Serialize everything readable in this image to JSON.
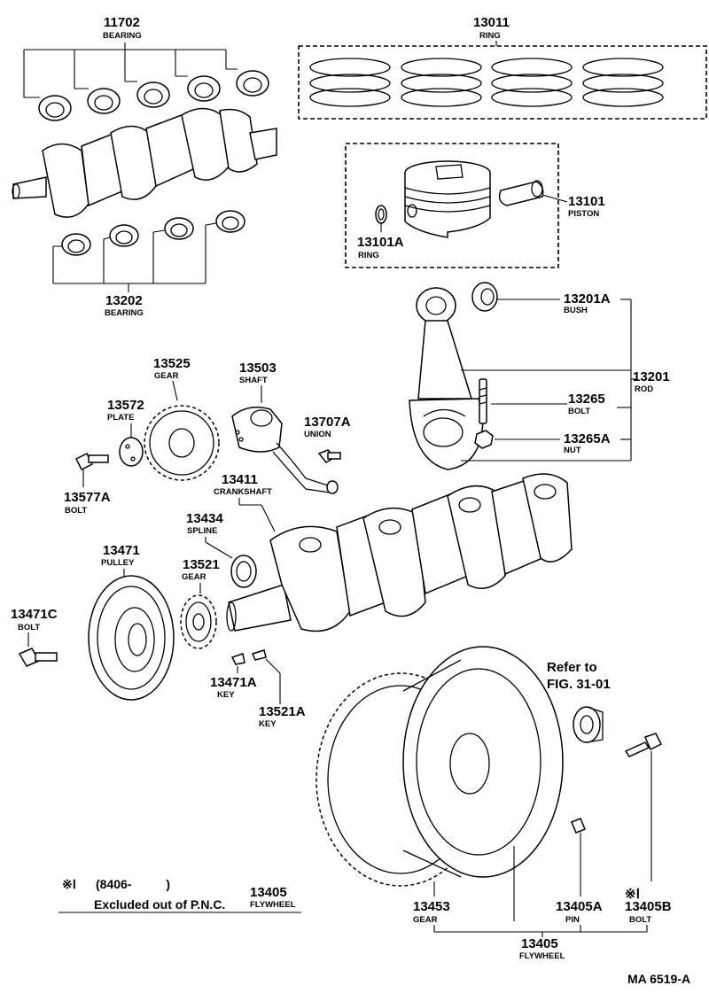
{
  "labels": {
    "p11702": {
      "number": "11702",
      "name": "BEARING"
    },
    "p13011": {
      "number": "13011",
      "name": "RING"
    },
    "p13101": {
      "number": "13101",
      "name": "PISTON"
    },
    "p13101A": {
      "number": "13101A",
      "name": "RING"
    },
    "p13202": {
      "number": "13202",
      "name": "BEARING"
    },
    "p13201A": {
      "number": "13201A",
      "name": "BUSH"
    },
    "p13201": {
      "number": "13201",
      "name": "ROD"
    },
    "p13265": {
      "number": "13265",
      "name": "BOLT"
    },
    "p13265A": {
      "number": "13265A",
      "name": "NUT"
    },
    "p13525": {
      "number": "13525",
      "name": "GEAR"
    },
    "p13503": {
      "number": "13503",
      "name": "SHAFT"
    },
    "p13572": {
      "number": "13572",
      "name": "PLATE"
    },
    "p13707A": {
      "number": "13707A",
      "name": "UNION"
    },
    "p13577A": {
      "number": "13577A",
      "name": "BOLT"
    },
    "p13411": {
      "number": "13411",
      "name": "CRANKSHAFT"
    },
    "p13434": {
      "number": "13434",
      "name": "SPLINE"
    },
    "p13471": {
      "number": "13471",
      "name": "PULLEY"
    },
    "p13521": {
      "number": "13521",
      "name": "GEAR"
    },
    "p13471C": {
      "number": "13471C",
      "name": "BOLT"
    },
    "p13471A": {
      "number": "13471A",
      "name": "KEY"
    },
    "p13521A": {
      "number": "13521A",
      "name": "KEY"
    },
    "p13453": {
      "number": "13453",
      "name": "GEAR"
    },
    "p13405A": {
      "number": "13405A",
      "name": "PIN"
    },
    "p13405B": {
      "number": "13405B",
      "name": "BOLT"
    },
    "p13405": {
      "number": "13405",
      "name": "FLYWHEEL"
    }
  },
  "refer": {
    "line1": "Refer to",
    "line2": "FIG. 31-01"
  },
  "note": {
    "mark": "※Ⅰ",
    "range": "(8406-          )",
    "number": "13405",
    "text": "Excluded out of P.N.C.",
    "name": "FLYWHEEL"
  },
  "bolt_mark": "※Ⅰ",
  "figure_code": "MA 6519-A"
}
